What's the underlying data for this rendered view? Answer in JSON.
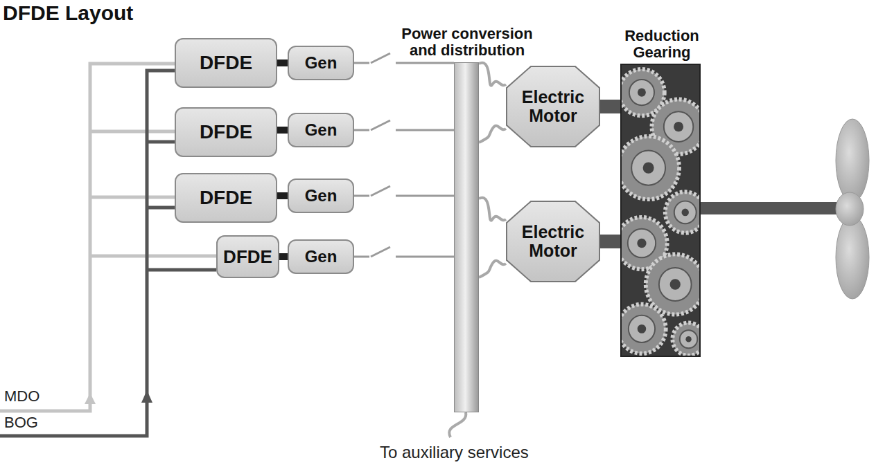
{
  "diagram": {
    "title": "DFDE Layout",
    "nodes": [
      {
        "text": [
          "DFDE"
        ]
      },
      {
        "text": [
          "Gen"
        ]
      },
      {
        "text": [
          "DFDE"
        ]
      },
      {
        "text": [
          "Gen"
        ]
      },
      {
        "text": [
          "DFDE"
        ]
      },
      {
        "text": [
          "Gen"
        ]
      },
      {
        "text": [
          "DFDE"
        ]
      },
      {
        "text": [
          "Gen"
        ]
      },
      {
        "text": [
          "Power conversion and distribution"
        ]
      },
      {
        "text": [
          "Electric Motor"
        ]
      },
      {
        "text": [
          "Electric Motor"
        ]
      },
      {
        "text": [
          "Reduction Gearing"
        ]
      }
    ],
    "edges": [
      {
        "from": 0,
        "to": 1,
        "arrow": "none"
      },
      {
        "from": 2,
        "to": 3,
        "arrow": "none"
      },
      {
        "from": 4,
        "to": 5,
        "arrow": "none"
      },
      {
        "from": 6,
        "to": 7,
        "arrow": "none"
      },
      {
        "from": 1,
        "to": 8,
        "arrow": "none"
      },
      {
        "from": 3,
        "to": 8,
        "arrow": "none"
      },
      {
        "from": 5,
        "to": 8,
        "arrow": "none"
      },
      {
        "from": 7,
        "to": 8,
        "arrow": "none"
      },
      {
        "from": 8,
        "to": 9,
        "arrow": "none"
      },
      {
        "from": 8,
        "to": 9,
        "arrow": "none"
      },
      {
        "from": 8,
        "to": 10,
        "arrow": "none"
      },
      {
        "from": 8,
        "to": 10,
        "arrow": "none"
      },
      {
        "from": 9,
        "to": 11,
        "arrow": "none"
      },
      {
        "from": 10,
        "to": 11,
        "arrow": "none"
      }
    ],
    "labels": [
      "MDO",
      "BOG",
      "To auxiliary services"
    ]
  }
}
